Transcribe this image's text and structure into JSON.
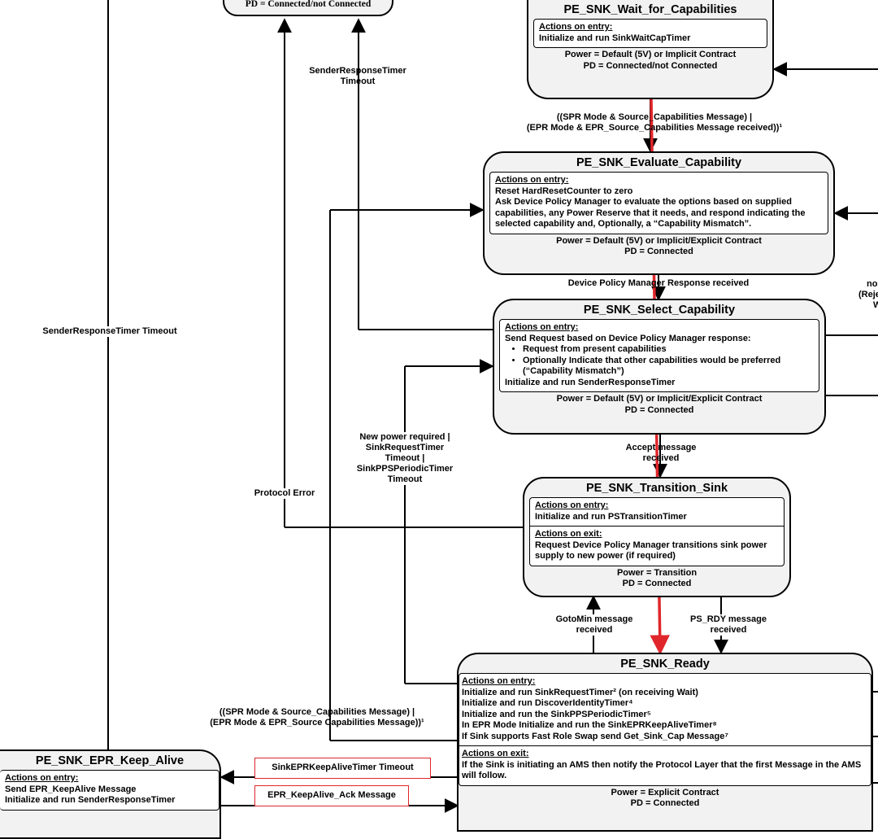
{
  "states": {
    "top_partial": {
      "footer": "PD = Connected/not Connected"
    },
    "wait_caps": {
      "title": "PE_SNK_Wait_for_Capabilities",
      "entry_heading": "Actions on entry:",
      "entry_lines": [
        "Initialize and run SinkWaitCapTimer"
      ],
      "footer": [
        "Power = Default (5V) or Implicit Contract",
        "PD = Connected/not Connected"
      ]
    },
    "evaluate": {
      "title": "PE_SNK_Evaluate_Capability",
      "entry_heading": "Actions on entry:",
      "entry_lines": [
        "Reset HardResetCounter to zero",
        "Ask Device Policy Manager to evaluate the options based on supplied capabilities, any Power Reserve that it needs, and respond indicating the selected capability and, Optionally, a “Capability Mismatch”."
      ],
      "footer": [
        "Power = Default (5V) or Implicit/Explicit Contract",
        "PD = Connected"
      ]
    },
    "select": {
      "title": "PE_SNK_Select_Capability",
      "entry_heading": "Actions on entry:",
      "entry_intro": "Send Request based on Device Policy Manager response:",
      "bullets": [
        "Request from present capabilities",
        "Optionally Indicate that other capabilities would be preferred (“Capability Mismatch”)"
      ],
      "entry_outro": "Initialize and run SenderResponseTimer",
      "footer": [
        "Power = Default (5V) or Implicit/Explicit Contract",
        "PD = Connected"
      ]
    },
    "transition": {
      "title": "PE_SNK_Transition_Sink",
      "entry_heading": "Actions on entry:",
      "entry_lines": [
        "Initialize and run PSTransitionTimer"
      ],
      "exit_heading": "Actions on exit:",
      "exit_lines": [
        "Request Device Policy Manager transitions sink power supply to new power (if required)"
      ],
      "footer": [
        "Power = Transition",
        "PD = Connected"
      ]
    },
    "ready": {
      "title": "PE_SNK_Ready",
      "entry_heading": "Actions on entry:",
      "entry_lines": [
        "Initialize and run SinkRequestTimer² (on receiving Wait)",
        "Initialize and run DiscoverIdentityTimer⁴",
        "Initialize and run the SinkPPSPeriodicTimer⁵",
        "In EPR Mode Initialize and run the SinkEPRKeepAliveTimer⁸",
        "If Sink supports Fast Role Swap send Get_Sink_Cap Message⁷"
      ],
      "exit_heading": "Actions on exit:",
      "exit_lines": [
        "If the Sink is initiating an AMS then notify the Protocol Layer that the first Message in the AMS will follow."
      ],
      "footer": [
        "Power = Explicit Contract",
        "PD = Connected"
      ]
    },
    "keep_alive": {
      "title": "PE_SNK_EPR_Keep_Alive",
      "entry_heading": "Actions on entry:",
      "entry_lines": [
        "Send EPR_KeepAlive Message",
        "Initialize and run SenderResponseTimer"
      ]
    }
  },
  "labels": {
    "sender_timeout_top": [
      "SenderResponseTimer",
      "Timeout"
    ],
    "sender_timeout_left": "SenderResponseTimer Timeout",
    "caps_msg_top": [
      "((SPR Mode & Source_Capabilities Message) |",
      "(EPR Mode & EPR_Source_Capabilities Message received))¹"
    ],
    "dpm_response": "Device Policy Manager Response received",
    "right_partial": [
      "no E",
      "(Reject",
      "Wait r"
    ],
    "new_power": [
      "New power required |",
      "SinkRequestTimer",
      "Timeout |",
      "SinkPPSPeriodicTimer",
      "Timeout"
    ],
    "accept": [
      "Accept message",
      "received"
    ],
    "protocol_error": "Protocol Error",
    "gotomin": [
      "GotoMin message",
      "received"
    ],
    "ps_rdy": [
      "PS_RDY message",
      "received"
    ],
    "caps_msg_bottom": [
      "((SPR Mode & Source_Capabilities Message) |",
      "(EPR Mode & EPR_Source Capabilities Message))¹"
    ],
    "keepalive_timeout": "SinkEPRKeepAliveTimer Timeout",
    "keepalive_ack": "EPR_KeepAlive_Ack Message"
  },
  "colors": {
    "highlight": "#e0262b",
    "state_fill": "#f2f2f2",
    "line": "#000000"
  }
}
